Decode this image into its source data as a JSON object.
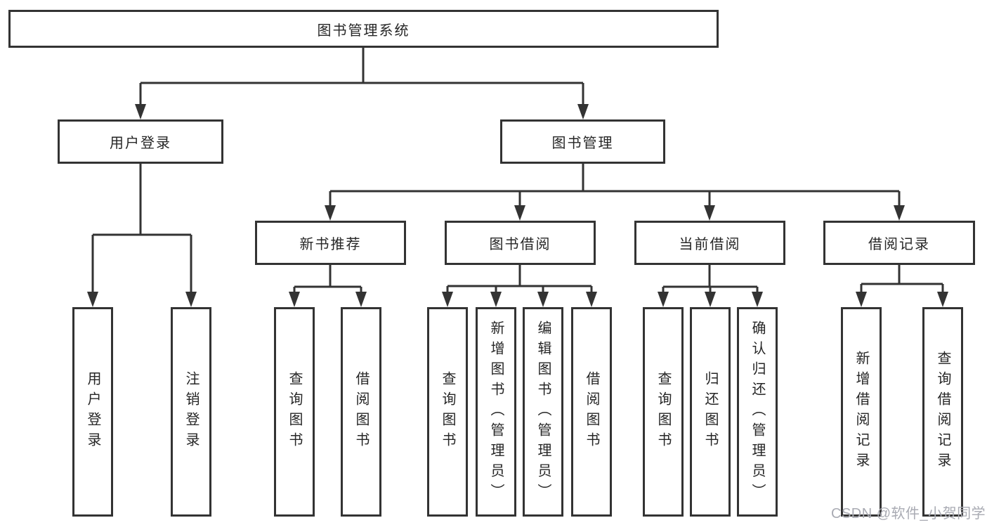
{
  "tree": {
    "root": {
      "label": "图书管理系统",
      "children": [
        {
          "label": "用户登录",
          "children": [
            {
              "label": "用户登录"
            },
            {
              "label": "注销登录"
            }
          ]
        },
        {
          "label": "图书管理",
          "children": [
            {
              "label": "新书推荐",
              "children": [
                {
                  "label": "查询图书"
                },
                {
                  "label": "借阅图书"
                }
              ]
            },
            {
              "label": "图书借阅",
              "children": [
                {
                  "label": "查询图书"
                },
                {
                  "label": "新增图书（管理员）"
                },
                {
                  "label": "编辑图书（管理员）"
                },
                {
                  "label": "借阅图书"
                }
              ]
            },
            {
              "label": "当前借阅",
              "children": [
                {
                  "label": "查询图书"
                },
                {
                  "label": "归还图书"
                },
                {
                  "label": "确认归还（管理员）"
                }
              ]
            },
            {
              "label": "借阅记录",
              "children": [
                {
                  "label": "新增借阅记录"
                },
                {
                  "label": "查询借阅记录"
                }
              ]
            }
          ]
        }
      ]
    }
  },
  "watermark": {
    "text": "CSDN @软件_小贺同学"
  },
  "colors": {
    "line": "#333333",
    "text": "#262626",
    "watermark": "#a9abb3",
    "background": "#ffffff"
  }
}
